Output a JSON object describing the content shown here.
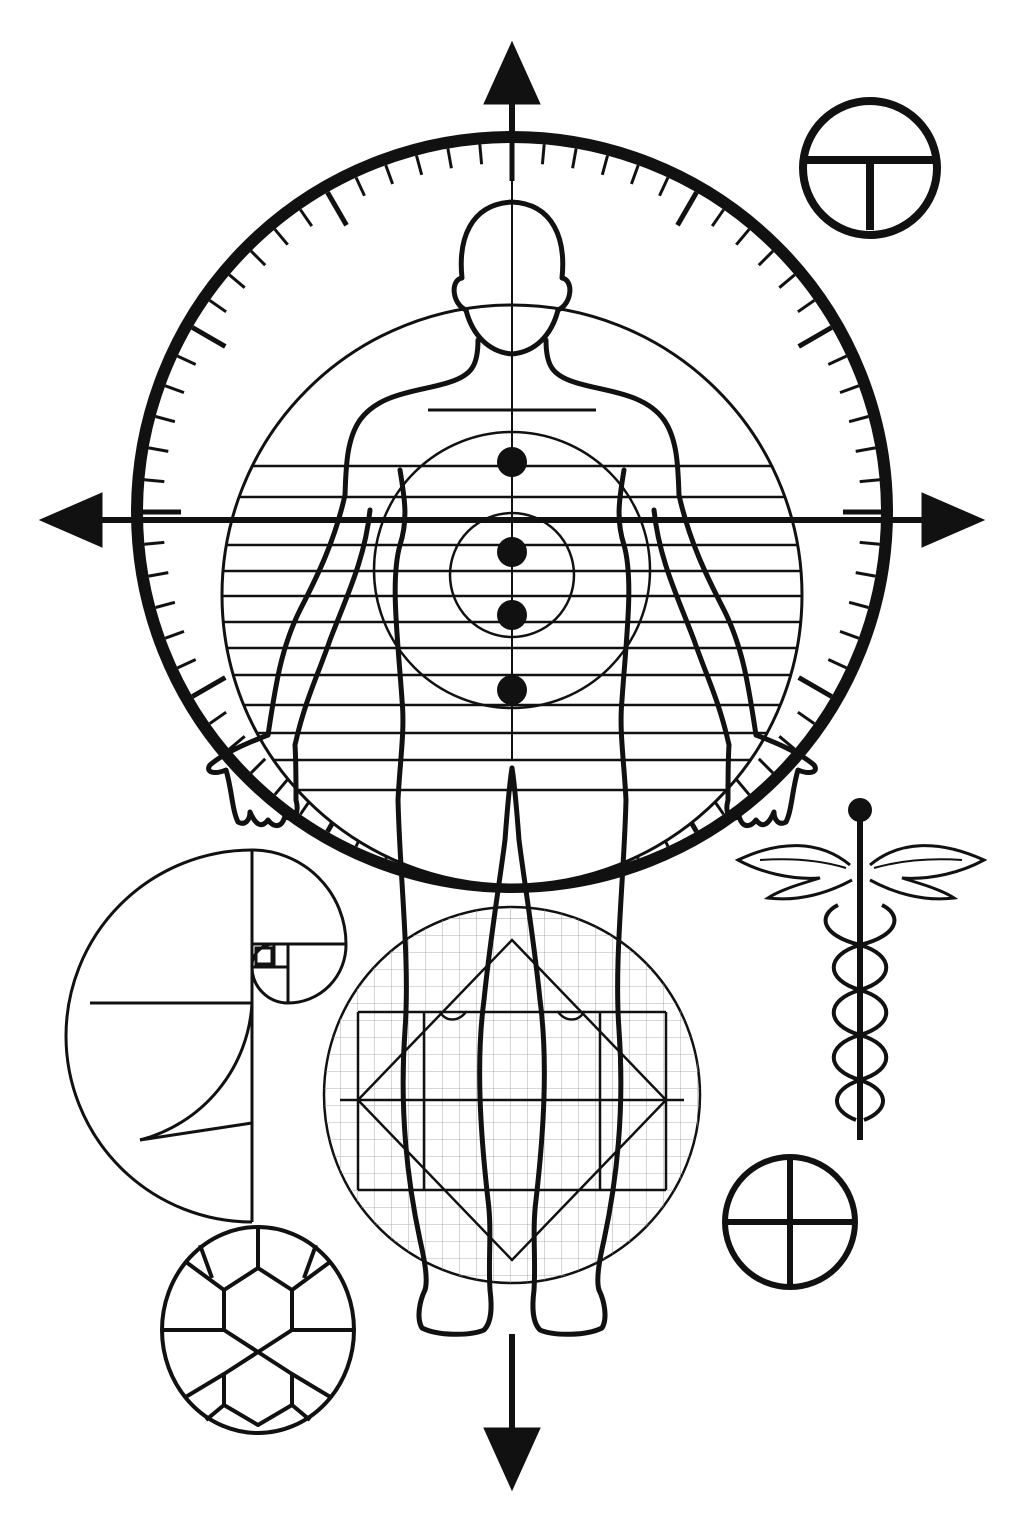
{
  "diagram": {
    "kind": "symbolic-anatomy-illustration",
    "colors": {
      "ink": "#111111",
      "background": "#ffffff",
      "grid": "#9a9a9a"
    },
    "elements": [
      {
        "name": "compass-crosshair",
        "icon": "crosshair-arrows-icon"
      },
      {
        "name": "measurement-dial",
        "icon": "dial-ring-icon",
        "tick_count": 72
      },
      {
        "name": "human-figure",
        "icon": "human-figure-icon"
      },
      {
        "name": "energy-point",
        "icon": "dot-icon",
        "count": 4
      },
      {
        "name": "golden-spiral",
        "icon": "golden-spiral-icon"
      },
      {
        "name": "turtle-shell",
        "icon": "turtle-shell-icon"
      },
      {
        "name": "caduceus",
        "icon": "caduceus-icon"
      },
      {
        "name": "circle-t-symbol",
        "icon": "circle-t-icon"
      },
      {
        "name": "circle-cross-symbol",
        "icon": "circle-cross-icon"
      },
      {
        "name": "leg-grid-circle",
        "icon": "grid-circle-icon"
      }
    ]
  }
}
